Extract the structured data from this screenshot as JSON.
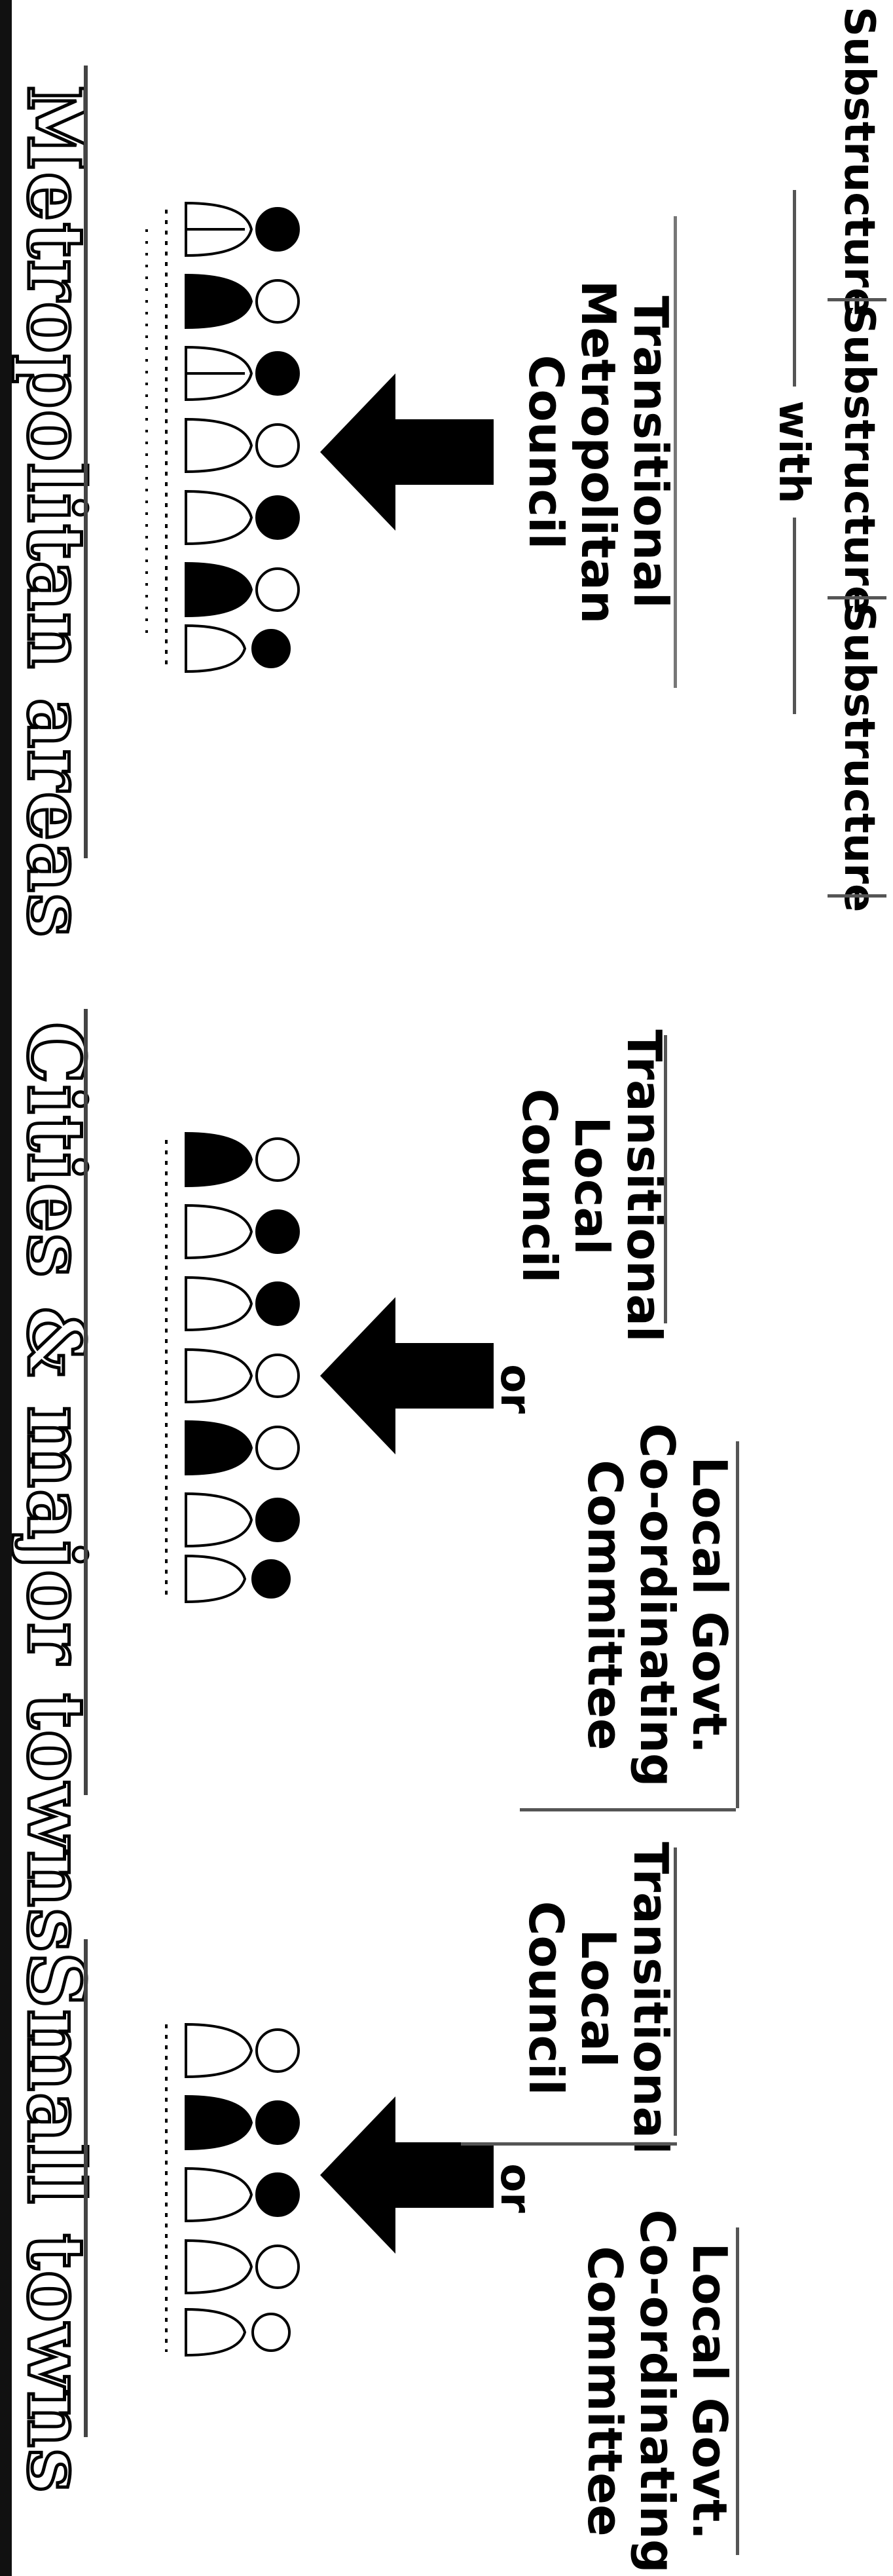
{
  "sections": [
    {
      "title": "Metropolitan areas",
      "main_label": "Transitional\nMetropolitan\nCouncil",
      "connector": "with",
      "substructures": [
        "Substructure",
        "Substructure",
        "Substructure"
      ]
    },
    {
      "title": "Cities & major towns",
      "left_label": "Transitional\nLocal\nCouncil",
      "connector": "or",
      "right_label": "Local Govt.\nCo-ordinating\nCommittee"
    },
    {
      "title": "Small towns",
      "left_label": "Transitional\nLocal\nCouncil",
      "connector": "or",
      "right_label": "Local Govt.\nCo-ordinating\nCommittee"
    }
  ],
  "colors": {
    "ink": "#000000",
    "paper": "#ffffff",
    "rule": "#555555"
  },
  "icons": [
    "group-of-people-icon",
    "down-arrow-icon"
  ]
}
